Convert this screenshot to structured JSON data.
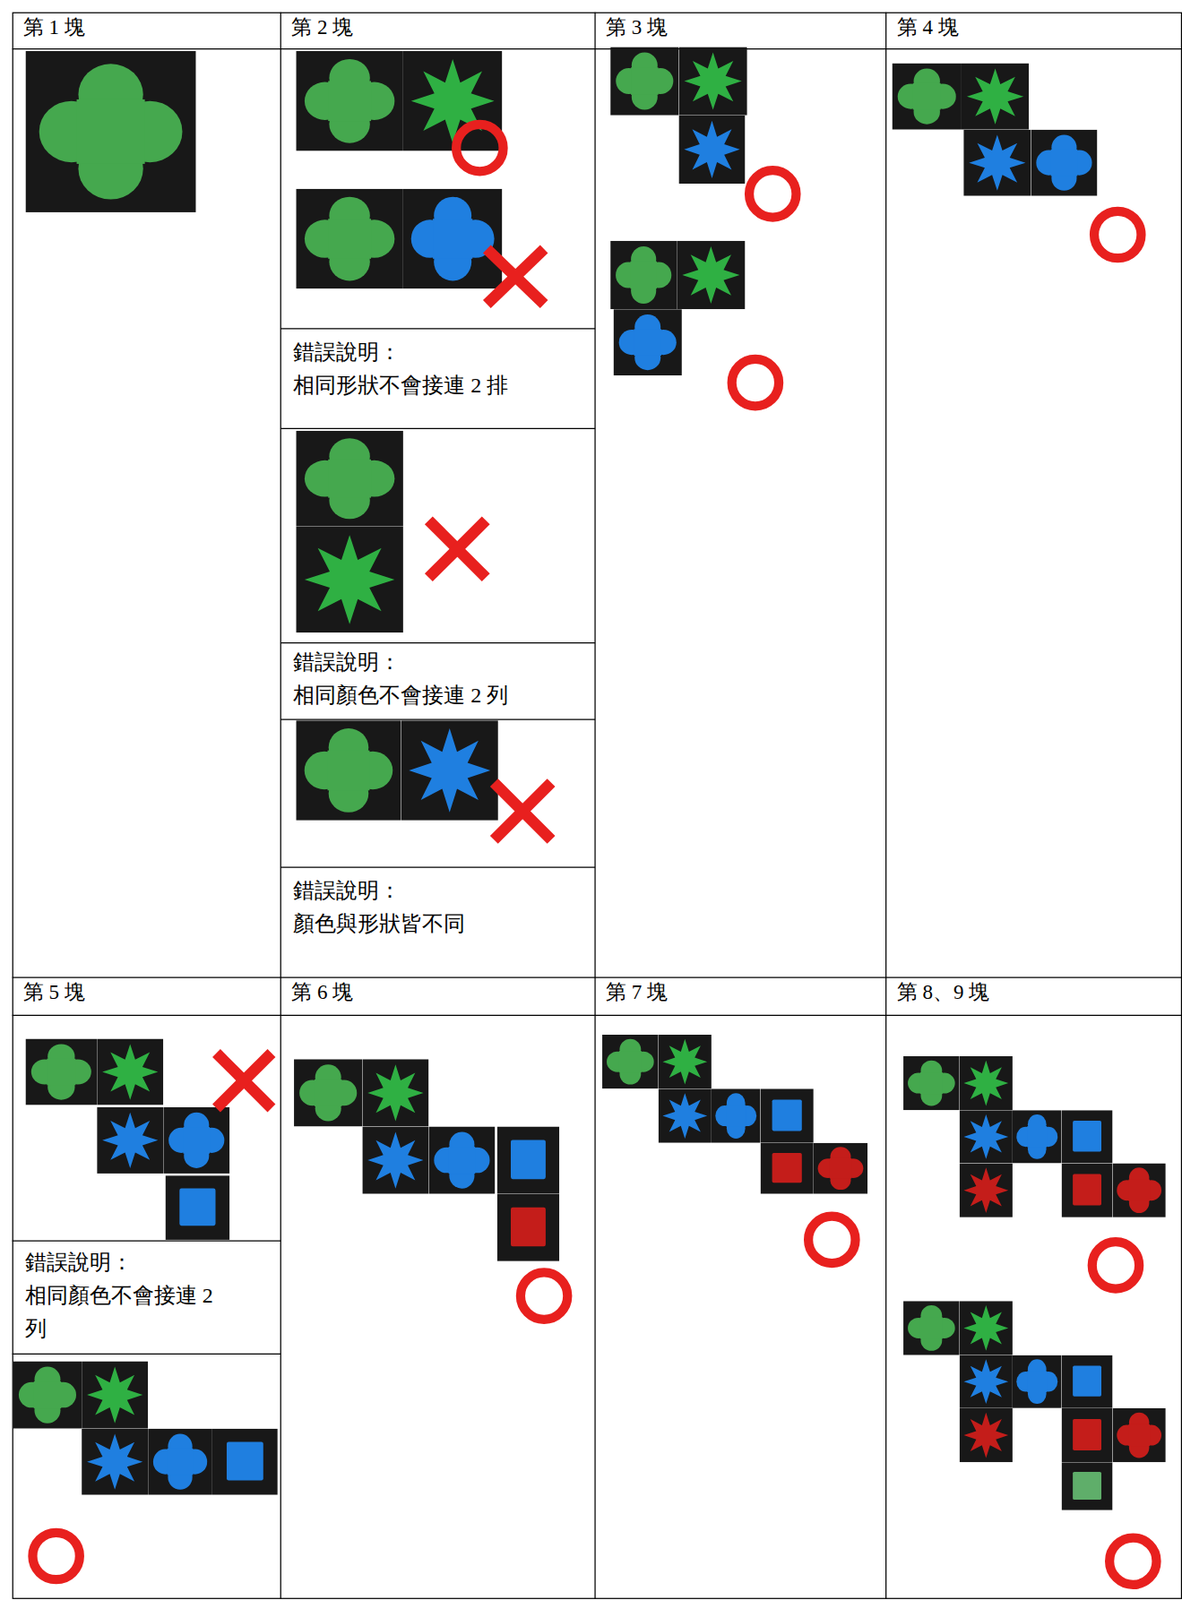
{
  "diagram": {
    "nodes": [
      {
        "text": [
          "第 1 塊"
        ]
      },
      {
        "text": [
          "第 2 塊"
        ]
      },
      {
        "text": [
          "第 3 塊"
        ]
      },
      {
        "text": [
          "第 4 塊"
        ]
      },
      {
        "text": [
          "錯誤說明：",
          "相同形狀不會接連 2 排"
        ]
      },
      {
        "text": [
          "錯誤說明：",
          "相同顏色不會接連 2 列"
        ]
      },
      {
        "text": [
          "錯誤說明：",
          "顏色與形狀皆不同"
        ]
      },
      {
        "text": [
          "第 5 塊"
        ]
      },
      {
        "text": [
          "第 6 塊"
        ]
      },
      {
        "text": [
          "第 7 塊"
        ]
      },
      {
        "text": [
          "第 8、9 塊"
        ]
      },
      {
        "text": [
          "錯誤說明：",
          "相同顏色不會接連 2 列"
        ]
      }
    ]
  }
}
